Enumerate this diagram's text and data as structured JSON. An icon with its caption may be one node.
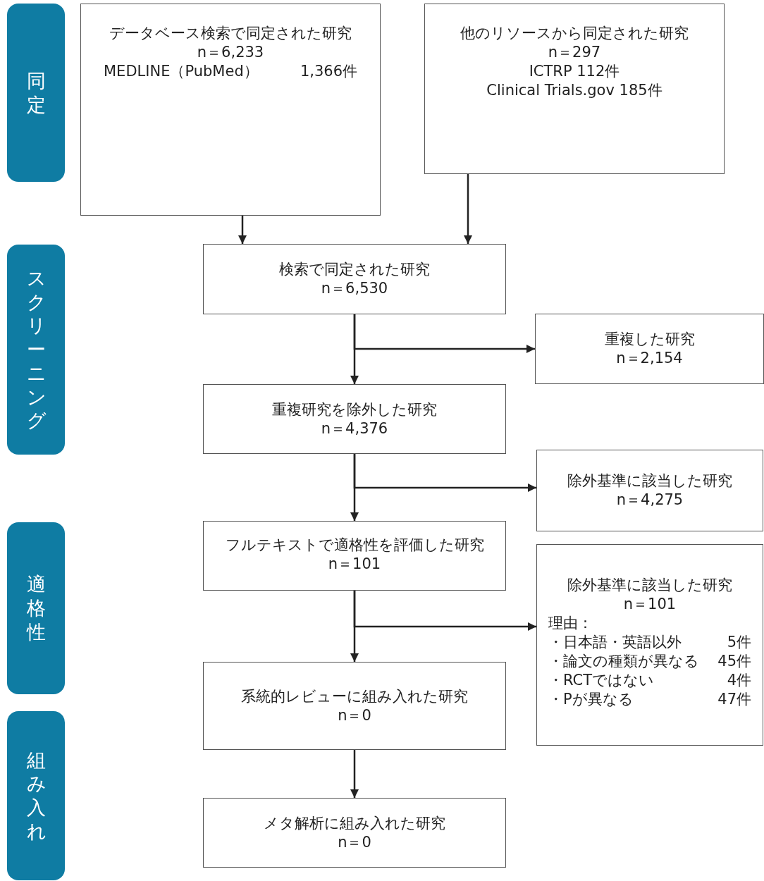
{
  "diagram": {
    "nodes": [
      {
        "text": [
          "同定"
        ]
      },
      {
        "text": [
          "スクリーニング"
        ]
      },
      {
        "text": [
          "適格性"
        ]
      },
      {
        "text": [
          "組み入れ"
        ]
      },
      {
        "text": [
          "データベース検索で同定された研究",
          "n＝6,233",
          "MEDLINE（PubMed）",
          "1,366件"
        ]
      },
      {
        "text": [
          "他のリソースから同定された研究",
          "n＝297",
          "ICTRP 112件",
          "Clinical Trials.gov 185件"
        ]
      },
      {
        "text": [
          "検索で同定された研究",
          "n＝6,530"
        ]
      },
      {
        "text": [
          "重複した研究",
          "n＝2,154"
        ]
      },
      {
        "text": [
          "重複研究を除外した研究",
          "n＝4,376"
        ]
      },
      {
        "text": [
          "除外基準に該当した研究",
          "n＝4,275"
        ]
      },
      {
        "text": [
          "フルテキストで適格性を評価した研究",
          "n＝101"
        ]
      },
      {
        "text": [
          "除外基準に該当した研究",
          "n＝101",
          "理由：",
          "・日本語・英語以外",
          "5件",
          "・論文の種類が異なる",
          "45件",
          "・RCTではない",
          "4件",
          "・Pが異なる",
          "47件"
        ]
      },
      {
        "text": [
          "系統的レビューに組み入れた研究",
          "n＝0"
        ]
      },
      {
        "text": [
          "メタ解析に組み入れた研究",
          "n＝0"
        ]
      }
    ],
    "edges": [
      {
        "from": 4,
        "to": 6,
        "arrow": "to"
      },
      {
        "from": 5,
        "to": 6,
        "arrow": "to"
      },
      {
        "from": 6,
        "to": 8,
        "arrow": "to"
      },
      {
        "from": 6,
        "to": 7,
        "arrow": "to"
      },
      {
        "from": 8,
        "to": 10,
        "arrow": "to"
      },
      {
        "from": 8,
        "to": 9,
        "arrow": "to"
      },
      {
        "from": 10,
        "to": 12,
        "arrow": "to"
      },
      {
        "from": 10,
        "to": 11,
        "arrow": "to"
      },
      {
        "from": 12,
        "to": 13,
        "arrow": "to"
      }
    ]
  }
}
